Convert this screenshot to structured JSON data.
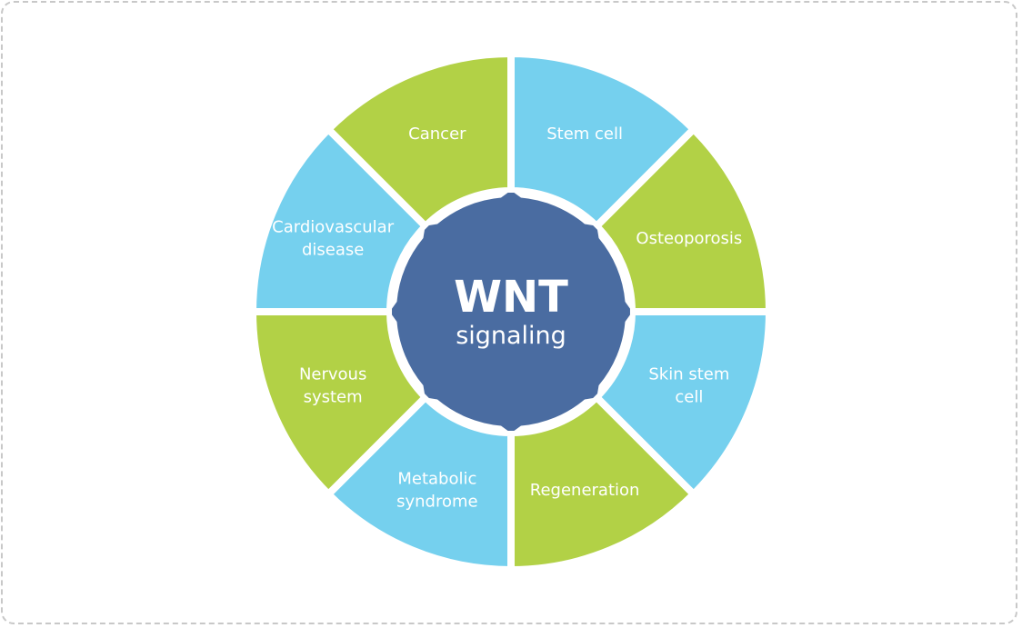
{
  "center": {
    "title": "WNT",
    "subtitle": "signaling"
  },
  "segments": [
    {
      "lines": [
        "Stem cell"
      ],
      "color": "#75d0ee"
    },
    {
      "lines": [
        "Osteoporosis"
      ],
      "color": "#b2d146"
    },
    {
      "lines": [
        "Skin stem",
        "cell"
      ],
      "color": "#75d0ee"
    },
    {
      "lines": [
        "Regeneration"
      ],
      "color": "#b2d146"
    },
    {
      "lines": [
        "Metabolic",
        "syndrome"
      ],
      "color": "#75d0ee"
    },
    {
      "lines": [
        "Nervous",
        "system"
      ],
      "color": "#b2d146"
    },
    {
      "lines": [
        "Cardiovascular",
        "disease"
      ],
      "color": "#75d0ee"
    },
    {
      "lines": [
        "Cancer"
      ],
      "color": "#b2d146"
    }
  ],
  "colors": {
    "center": "#4a6ca1",
    "divider": "#ffffff",
    "frame": "#c8c8c8"
  }
}
